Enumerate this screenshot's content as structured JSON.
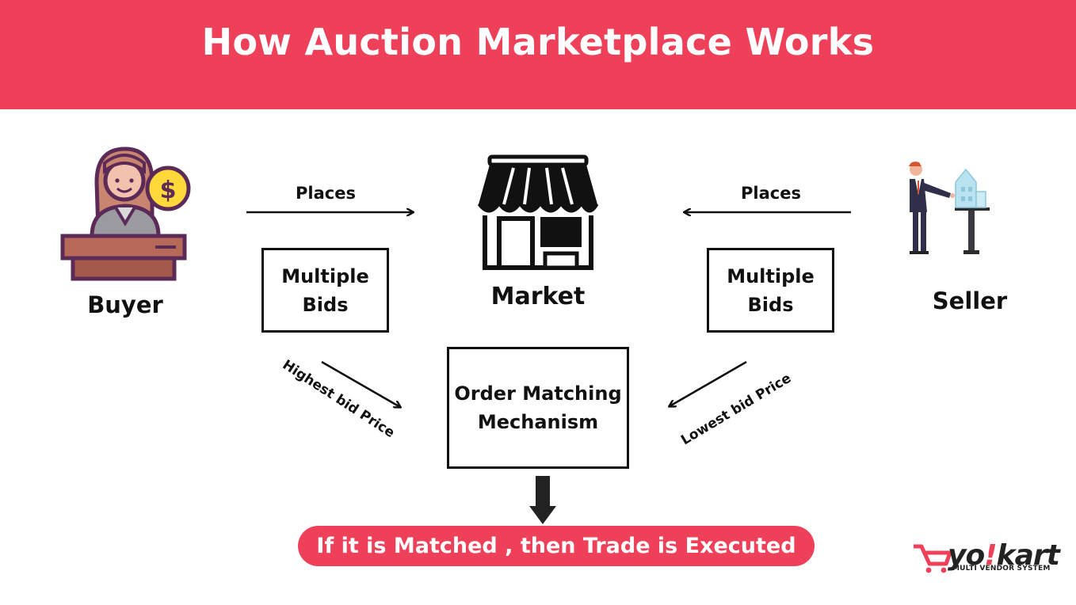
{
  "header": {
    "title": "How Auction Marketplace Works"
  },
  "nodes": {
    "buyer": "Buyer",
    "market": "Market",
    "seller": "Seller"
  },
  "edges": {
    "buyer_to_market": "Places",
    "seller_to_market": "Places",
    "buyer_bids": "Multiple\nBids",
    "seller_bids": "Multiple\nBids",
    "highest": "Highest bid Price",
    "lowest": "Lowest bid Price"
  },
  "mechanism": "Order Matching\nMechanism",
  "result": "If it is Matched , then Trade is Executed",
  "logo": {
    "name_a": "yo",
    "name_excl": "!",
    "name_b": "kart",
    "tagline": "MULTI VENDOR SYSTEM"
  },
  "icons": {
    "buyer": "buyer-at-counter-icon",
    "market": "storefront-icon",
    "seller": "seller-with-house-model-icon",
    "logo": "shopping-cart-icon"
  },
  "colors": {
    "accent": "#ef405a",
    "text": "#111111",
    "background": "#ffffff"
  }
}
